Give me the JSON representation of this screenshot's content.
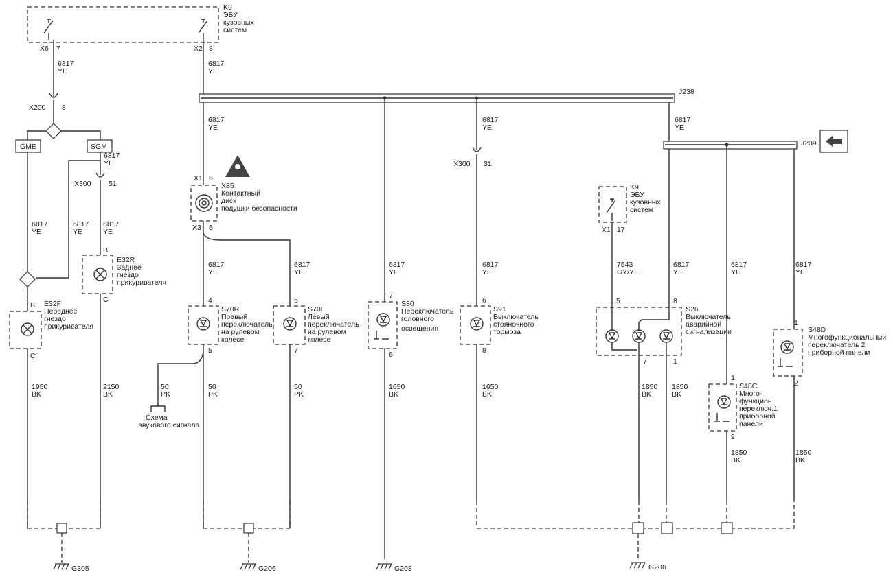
{
  "modules": {
    "k9_top": [
      "K9",
      "ЭБУ",
      "кузовных",
      "систем"
    ],
    "k9_mid": [
      "K9",
      "ЭБУ",
      "кузовных",
      "систем"
    ]
  },
  "connectors": {
    "x6": "X6",
    "x6_pin": "7",
    "x2": "X2",
    "x2_pin": "8",
    "x200": "X200",
    "x200_pin": "8",
    "x300a": "X300",
    "x300a_pin": "51",
    "x300b": "X300",
    "x300b_pin": "31",
    "x1": "X1",
    "x1_pin": "6",
    "x3": "X3",
    "x3_pin": "5",
    "x1b": "X1",
    "x1b_pin": "17"
  },
  "splices": {
    "j238": "J238",
    "j239": "J239"
  },
  "options": {
    "gme": "GME",
    "sgm": "SGM"
  },
  "wire": {
    "c6817": "6817",
    "ye": "YE",
    "c1950": "1950",
    "c2150": "2150",
    "c1650": "1650",
    "c1850": "1850",
    "bk": "BK",
    "c50": "50",
    "pk": "PK",
    "c7543": "7543",
    "gyye": "GY/YE"
  },
  "components": {
    "x85": [
      "X85",
      "Контактный",
      "диск",
      "подушки безопасности"
    ],
    "e32r": [
      "E32R",
      "Заднее",
      "гнездо",
      "прикуривателя"
    ],
    "e32f": [
      "E32F",
      "Переднее",
      "гнездо",
      "прикуривателя"
    ],
    "s70r": [
      "S70R",
      "Правый",
      "переключатель",
      "на рулевом",
      "колесе"
    ],
    "s70l": [
      "S70L",
      "Левый",
      "переключатель",
      "на рулевом",
      "колесе"
    ],
    "s30": [
      "S30",
      "Переключатель",
      "головного",
      "освещения"
    ],
    "s91": [
      "S91",
      "Выключатель",
      "стояночного",
      "тормоза"
    ],
    "s26": [
      "S26",
      "Выключатель",
      "аварийной",
      "сигнализации"
    ],
    "s48d": [
      "S48D",
      "Многофункциональный",
      "переключатель 2",
      "приборной панели"
    ],
    "s48c": [
      "S48C",
      "Много-",
      "функцион.",
      "переключ.1",
      "приборной",
      "панели"
    ]
  },
  "pins": {
    "e32r_b": "B",
    "e32r_c": "C",
    "e32f_b": "B",
    "e32f_c": "C",
    "s70r_in": "4",
    "s70r_out": "5",
    "s70l_in": "6",
    "s70l_out": "7",
    "s30_in": "7",
    "s30_out": "6",
    "s91_in": "6",
    "s91_out": "8",
    "s26_5": "5",
    "s26_8": "8",
    "s26_7": "7",
    "s26_1": "1",
    "s48d_in": "1",
    "s48d_out": "2",
    "s48c_in": "1",
    "s48c_out": "2"
  },
  "horn_ref": [
    "Схема",
    "звукового сигнала"
  ],
  "grounds": {
    "g305": "G305",
    "g206a": "G206",
    "g203": "G203",
    "g206b": "G206"
  }
}
